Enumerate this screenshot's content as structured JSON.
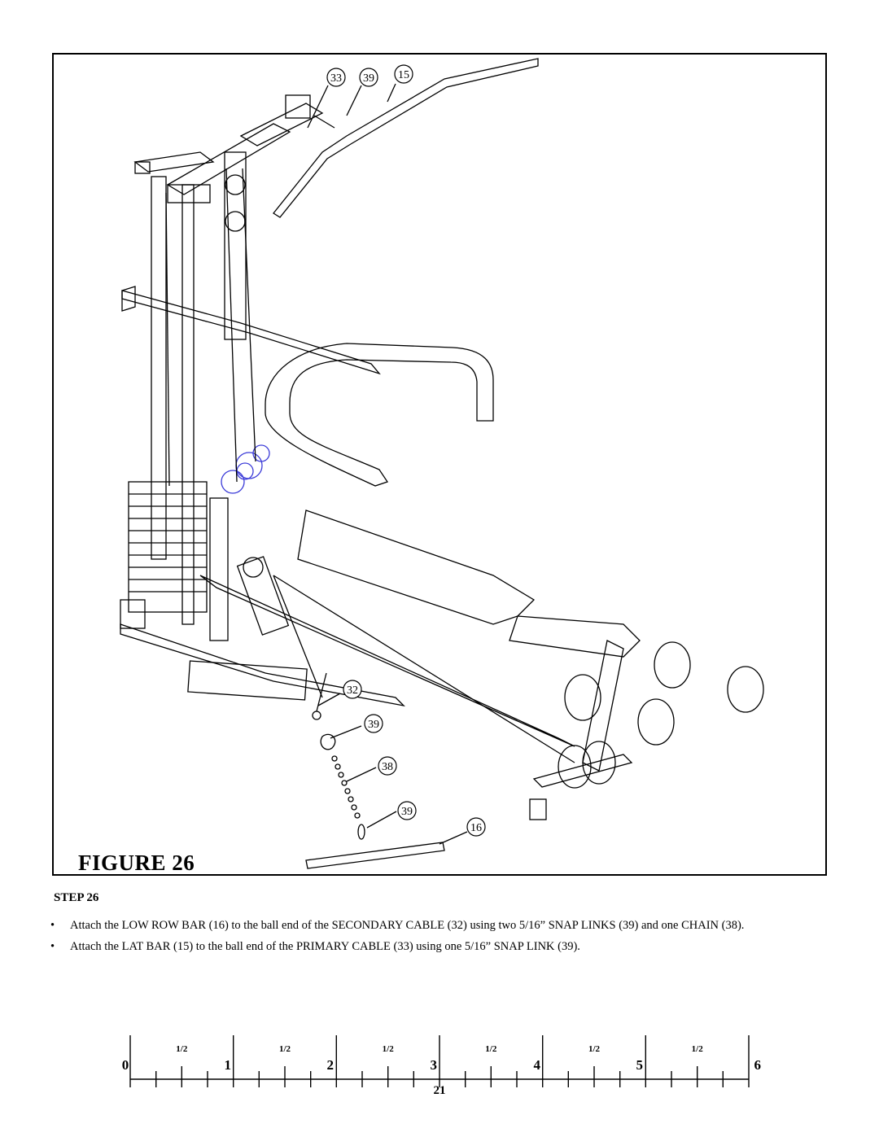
{
  "figure": {
    "label": "FIGURE 26",
    "callouts": [
      "33",
      "39",
      "15",
      "32",
      "39",
      "38",
      "39",
      "16"
    ]
  },
  "step": {
    "heading": "STEP 26",
    "bullets": [
      "Attach the LOW ROW BAR (16) to the ball end of the SECONDARY CABLE (32) using two 5/16” SNAP LINKS (39) and one CHAIN (38).",
      "Attach the LAT BAR (15) to the ball end of the PRIMARY CABLE (33) using one 5/16” SNAP LINK (39)."
    ]
  },
  "ruler": {
    "numbers": [
      "0",
      "1",
      "2",
      "3",
      "4",
      "5",
      "6"
    ],
    "half_label": "1/2"
  },
  "page_number": "21",
  "colors": {
    "ink": "#000000",
    "highlight": "#3a3ad8"
  }
}
